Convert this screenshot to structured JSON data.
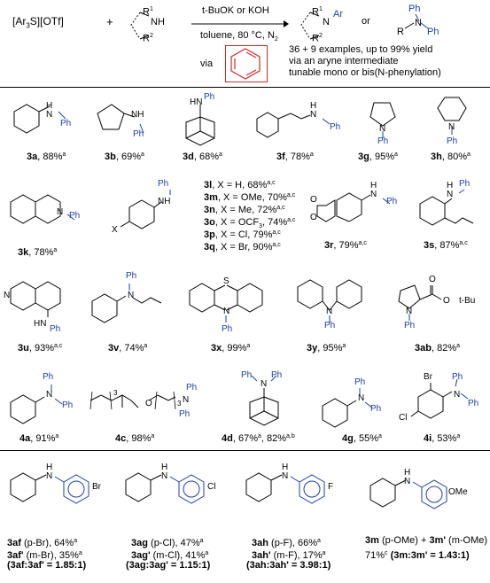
{
  "scheme": {
    "reagent_aryl": "[Ar",
    "reagent_sub": "3",
    "reagent_rest": "S][OTf]",
    "plus": "+",
    "amine_r1": "R",
    "amine_r1_sup": "1",
    "amine_nh": "NH",
    "amine_r2": "R",
    "amine_r2_sup": "2",
    "conditions_top": "t-BuOK or KOH",
    "conditions_bottom": "toluene, 80 °C, N",
    "conditions_bottom_sub": "2",
    "via": "via",
    "product_ar": "Ar",
    "product_n": "N",
    "or": "or",
    "product2_ph_top": "Ph",
    "product2_r": "R",
    "product2_n": "N",
    "product2_ph": "Ph",
    "summary_1": "36 + 9 examples, up to 99% yield",
    "summary_2": "via an aryne intermediate",
    "summary_3": "tunable mono or bis(N-phenylation)"
  },
  "compounds": [
    {
      "id": "3a",
      "yield": ", 88%",
      "note": "a"
    },
    {
      "id": "3b",
      "yield": ", 69%",
      "note": "a"
    },
    {
      "id": "3d",
      "yield": ", 68%",
      "note": "a"
    },
    {
      "id": "3f",
      "yield": ", 78%",
      "note": "a"
    },
    {
      "id": "3g",
      "yield": ", 95%",
      "note": "a"
    },
    {
      "id": "3h",
      "yield": ", 80%",
      "note": "a"
    },
    {
      "id": "3k",
      "yield": ", 78%",
      "note": "a"
    },
    {
      "id": "3r",
      "yield": ", 79%",
      "note": "a,c"
    },
    {
      "id": "3s",
      "yield": ", 87%",
      "note": "a,c"
    },
    {
      "id": "3u",
      "yield": ", 93%",
      "note": "a,c"
    },
    {
      "id": "3v",
      "yield": ", 74%",
      "note": "a"
    },
    {
      "id": "3x",
      "yield": ", 99%",
      "note": "a"
    },
    {
      "id": "3y",
      "yield": ", 95%",
      "note": "a"
    },
    {
      "id": "3ab",
      "yield": ", 82%",
      "note": "a"
    },
    {
      "id": "4a",
      "yield": ", 91%",
      "note": "a"
    },
    {
      "id": "4c",
      "yield": ", 98%",
      "note": "a"
    },
    {
      "id": "4d",
      "yield": ", 67%",
      "note": "a",
      "yield2": ", 82%",
      "note2": "a,b"
    },
    {
      "id": "4g",
      "yield": ", 55%",
      "note": "a"
    },
    {
      "id": "4i",
      "yield": ", 53%",
      "note": "a"
    }
  ],
  "series_3l": [
    {
      "id": "3l",
      "text": ", X = H, 68%",
      "note": "a,c"
    },
    {
      "id": "3m",
      "text": ", X = OMe, 70%",
      "note": "a,c"
    },
    {
      "id": "3n",
      "text": ", X = Me, 72%",
      "note": "a,c"
    },
    {
      "id": "3o",
      "text": ", X = OCF",
      "sub": "3",
      "text2": ", 74%",
      "note": "a,c"
    },
    {
      "id": "3p",
      "text": ", X = Cl, 79%",
      "note": "a,c"
    },
    {
      "id": "3q",
      "text": ", X = Br, 90%",
      "note": "a,c"
    }
  ],
  "bottom": {
    "br": {
      "l1_id": "3af",
      "l1": " (p-Br), 64%",
      "l1_note": "a",
      "l2_id": "3af'",
      "l2": " (m-Br), 35%",
      "l2_note": "a",
      "l3": "(3af:3af' = 1.85:1)",
      "sub": "Br"
    },
    "cl": {
      "l1_id": "3ag",
      "l1": " (p-Cl), 47%",
      "l1_note": "a",
      "l2_id": "3ag'",
      "l2": " (m-Cl), 41%",
      "l2_note": "a",
      "l3": "(3ag:3ag' = 1.15:1)",
      "sub": "Cl"
    },
    "f": {
      "l1_id": "3ah",
      "l1": " (p-F), 66%",
      "l1_note": "a",
      "l2_id": "3ah'",
      "l2": " (m-F), 17%",
      "l2_note": "a",
      "l3": "(3ah:3ah' = 3.98:1)",
      "sub": "F"
    },
    "ome": {
      "l1_a": "3m",
      "l1": " (p-OMe) + ",
      "l1_b": "3m'",
      "l1_c": " (m-OMe)",
      "l2": "71%",
      "l2_note": "c",
      "l2_c": " (3m:3m' = 1.43:1)",
      "sub": "OMe"
    }
  },
  "labels": {
    "ph": "Ph",
    "h": "H",
    "n": "N",
    "nh": "NH",
    "hn": "HN",
    "x": "X",
    "s": "S",
    "o": "O",
    "br": "Br",
    "cl": "Cl",
    "tbu": "t-Bu",
    "n3": "3"
  },
  "colors": {
    "accent": "#1b3fa6",
    "aryne_box": "#d02a2a"
  }
}
